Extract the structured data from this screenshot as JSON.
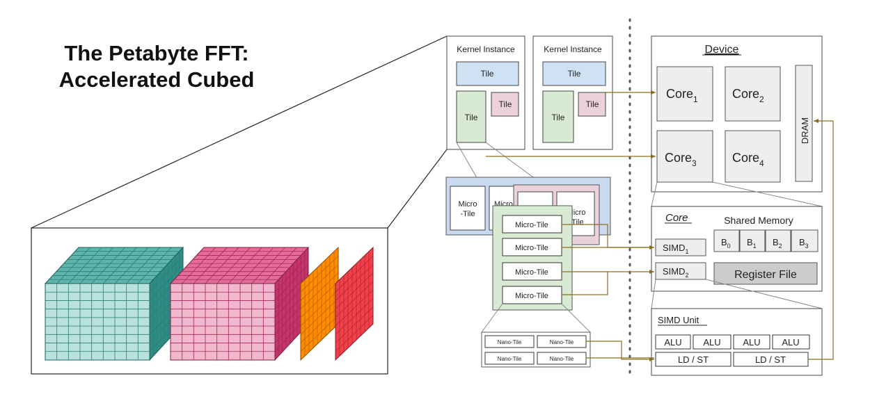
{
  "title": {
    "line1": "The Petabyte FFT:",
    "line2": "Accelerated Cubed"
  },
  "kernel_instances": [
    {
      "label": "Kernel Instance",
      "tile_wide": "Tile",
      "tile_tall": "Tile",
      "tile_small": "Tile"
    },
    {
      "label": "Kernel Instance",
      "tile_wide": "Tile",
      "tile_tall": "Tile",
      "tile_small": "Tile"
    }
  ],
  "micro_tiles": {
    "back_label_1": "Micro\n-Tile",
    "back_label_2": "Micro",
    "back_label_3": "Micro\n-Tile",
    "front": [
      "Micro-Tile",
      "Micro-Tile",
      "Micro-Tile",
      "Micro-Tile"
    ]
  },
  "nano_tiles": [
    "Nano-Tile",
    "Nano-Tile",
    "Nano-Tile",
    "Nano-Tile"
  ],
  "device": {
    "title": "Device",
    "cores": [
      {
        "name": "Core",
        "sub": "1"
      },
      {
        "name": "Core",
        "sub": "2"
      },
      {
        "name": "Core",
        "sub": "3"
      },
      {
        "name": "Core",
        "sub": "4"
      }
    ],
    "dram": "DRAM"
  },
  "core": {
    "title": "Core",
    "shared_memory": "Shared Memory",
    "banks": [
      {
        "name": "B",
        "sub": "0"
      },
      {
        "name": "B",
        "sub": "1"
      },
      {
        "name": "B",
        "sub": "2"
      },
      {
        "name": "B",
        "sub": "3"
      }
    ],
    "simd": [
      {
        "name": "SIMD",
        "sub": "1"
      },
      {
        "name": "SIMD",
        "sub": "2"
      }
    ],
    "register_file": "Register File"
  },
  "simd_unit": {
    "title": "SIMD Unit",
    "alus": [
      "ALU",
      "ALU",
      "ALU",
      "ALU"
    ],
    "ldst": [
      "LD / ST",
      "LD / ST"
    ]
  },
  "colors": {
    "tile_blue": "#cfe2f3",
    "tile_green": "#d9ead3",
    "tile_pink": "#ead1dc",
    "arrow": "#8a6d1e",
    "core_gray": "#eeeeee",
    "teal": "#3aa59c",
    "magenta": "#d23c74",
    "orange": "#ff8c00",
    "red": "#f0404c"
  }
}
